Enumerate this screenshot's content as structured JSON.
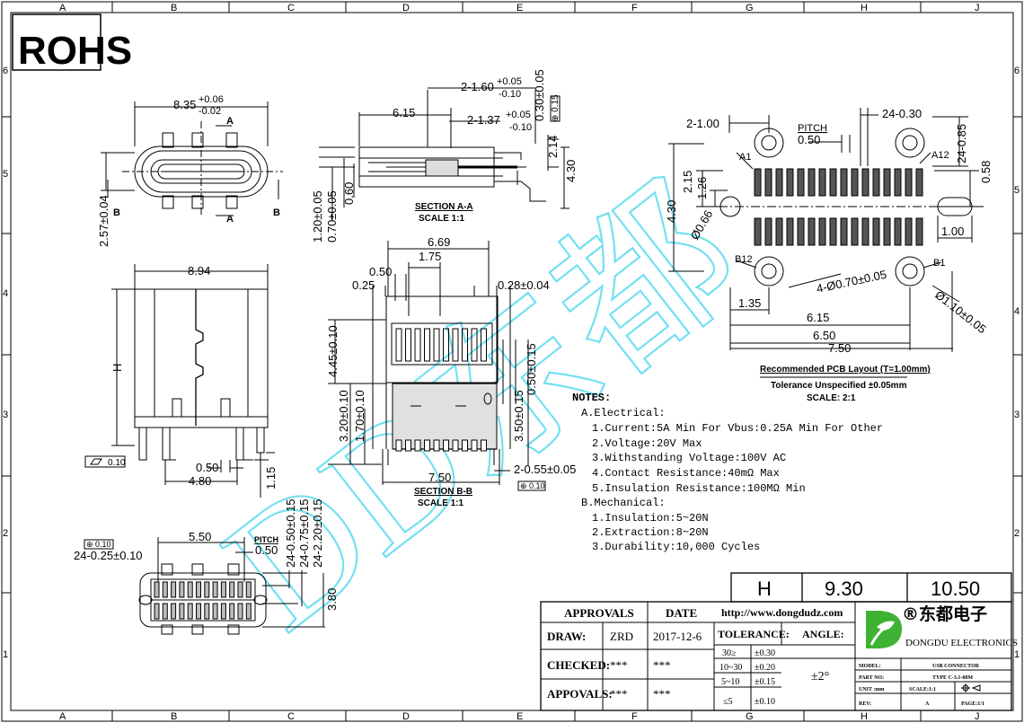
{
  "frame": {
    "col_labels": [
      "A",
      "B",
      "C",
      "D",
      "E",
      "F",
      "G",
      "H",
      "J"
    ],
    "row_labels": [
      "6",
      "5",
      "4",
      "3",
      "2",
      "1"
    ]
  },
  "rohs": "ROHS",
  "watermark": "DD东都",
  "top_view": {
    "width_dim": "8.35",
    "tol_plus": "+0.06",
    "tol_minus": "-0.02",
    "section_a": "A",
    "section_b": "B",
    "height_dim": "2.57±0.04"
  },
  "section_aa": {
    "d1": "2-1.60",
    "d1_plus": "+0.05",
    "d1_minus": "-0.10",
    "d2": "6.15",
    "d3": "2-1.37",
    "d3_plus": "+0.05",
    "d3_minus": "-0.10",
    "d4": "0.30±0.05",
    "gdt": "⊕ 0.15",
    "d5": "2.14",
    "d6": "4.30",
    "d7": "1.20±0.05",
    "d8": "0.70±0.05",
    "d9": "0.60",
    "title": "SECTION A-A",
    "scale": "SCALE 1:1"
  },
  "side_view": {
    "width": "8.94",
    "height": "H",
    "flat": "0.10",
    "d_050": "0.50",
    "d_480": "4.80",
    "d_115": "1.15"
  },
  "section_bb": {
    "d669": "6.69",
    "d175": "1.75",
    "d050": "0.50",
    "d025": "0.25",
    "d028": "0.28±0.04",
    "d445": "4.45±0.10",
    "d050b": "0.50±0.15",
    "d320": "3.20±0.10",
    "d170": "1.70±0.10",
    "d350": "3.50±0.15",
    "d750": "7.50",
    "d255": "2-0.55±0.05",
    "gdt": "⊕ 0.10",
    "title": "SECTION B-B",
    "scale": "SCALE 1:1"
  },
  "bottom_view": {
    "gdt": "⊕ 0.10",
    "d24_025": "24-0.25±0.10",
    "d550": "5.50",
    "pitch": "PITCH",
    "pitch_val": "0.50",
    "d24_050": "24-0.50±0.15",
    "d24_075": "24-0.75±0.15",
    "d24_220": "24-2.20±0.15",
    "d380": "3.80"
  },
  "pcb": {
    "d2_100": "2-1.00",
    "pitch": "PITCH",
    "pitch_val": "0.50",
    "d24_030": "24-0.30",
    "d24_085": "24-0.85",
    "a1": "A1",
    "a12": "A12",
    "b12": "B12",
    "b1": "B1",
    "d215": "2.15",
    "d126": "1.26",
    "d430": "4.30",
    "d058": "0.58",
    "d066": "Ø0.66",
    "d100": "1.00",
    "d4_070": "4-Ø0.70±0.05",
    "d110": "Ø1.10±0.05",
    "d135": "1.35",
    "d615": "6.15",
    "d650": "6.50",
    "d750": "7.50",
    "caption1": "Recommended PCB Layout (T=1.00mm)",
    "caption2": "Tolerance Unspecified ±0.05mm",
    "caption3": "SCALE: 2:1"
  },
  "notes": {
    "title": "NOTES:",
    "a": "A.Electrical:",
    "a1": "1.Current:5A Min For Vbus:0.25A Min For Other",
    "a2": "2.Voltage:20V Max",
    "a3": "3.Withstanding Voltage:100V AC",
    "a4": "4.Contact Resistance:40mΩ Max",
    "a5": "5.Insulation Resistance:100MΩ Min",
    "b": "B.Mechanical:",
    "b1": "1.Insulation:5~20N",
    "b2": "2.Extraction:8~20N",
    "b3": "3.Durability:10,000 Cycles"
  },
  "h_table": {
    "h": "H",
    "v1": "9.30",
    "v2": "10.50"
  },
  "title_block": {
    "approvals": "APPROVALS",
    "date": "DATE",
    "url": "http://www.dongdudz.com",
    "draw": "DRAW:",
    "draw_by": "ZRD",
    "draw_date": "2017-12-6",
    "tolerance": "TOLERANCE:",
    "angle": "ANGLE:",
    "checked": "CHECKED:",
    "checked_by": "***",
    "checked_date": "***",
    "appovals": "APPOVALS:",
    "app_by": "***",
    "app_date": "***",
    "tol_rows": [
      {
        "range": "30≥",
        "tol": "±0.30"
      },
      {
        "range": "10~30",
        "tol": "±0.20"
      },
      {
        "range": "5~10",
        "tol": "±0.15"
      },
      {
        "range": "≤5",
        "tol": "±0.10"
      }
    ],
    "angle_val": "±2°",
    "company_cn": "®东都电子",
    "company_en": "DONGDU ELECTRONICS",
    "model_k": "MODEL:",
    "model_v": "USB CONNECTOR",
    "part_k": "PART NO:",
    "part_v": "TYPE C-3.1-08M",
    "unit_k": "UNIT :mm",
    "scale_k": "SCALE:1:1",
    "rev_k": "REV:",
    "rev_v": "A",
    "page": "PAGE:1/1"
  },
  "colors": {
    "line": "#000000",
    "watermark": "#00c8e6",
    "logo_green": "#3fb233"
  }
}
